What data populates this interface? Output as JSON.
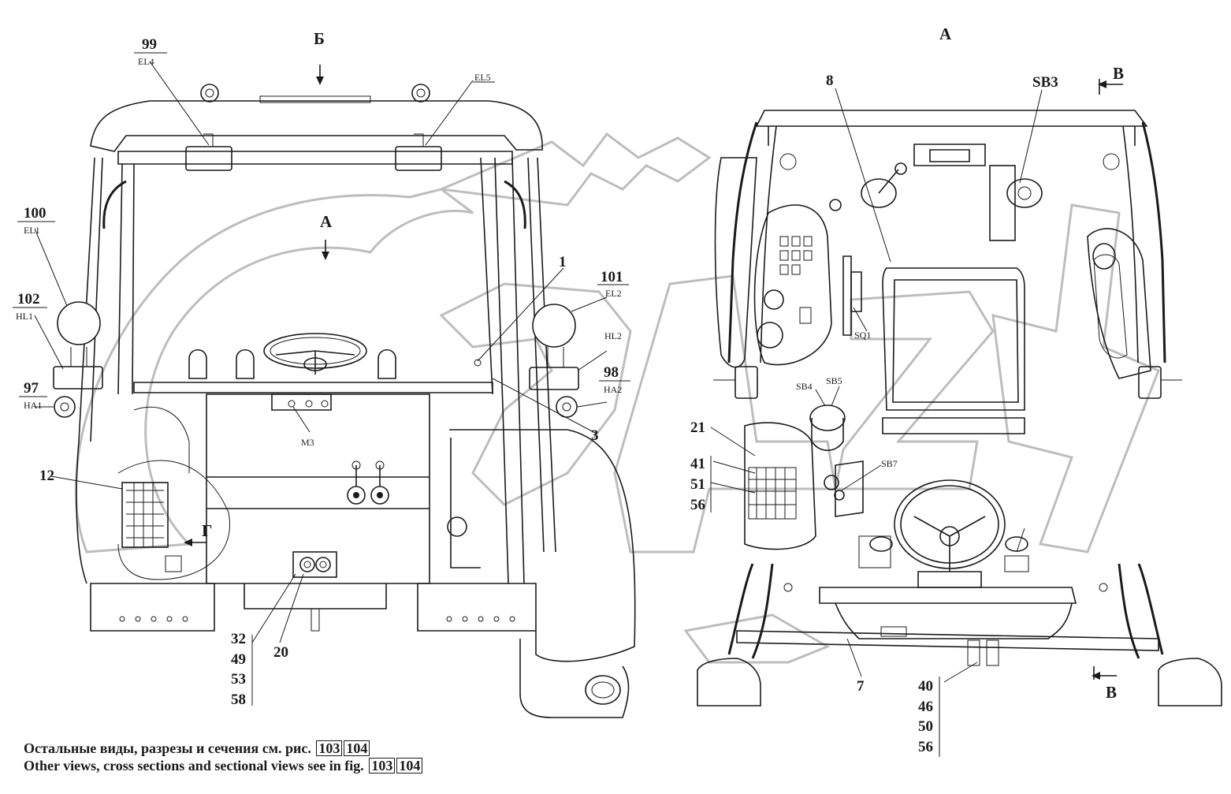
{
  "left_view": {
    "view_marks": {
      "b": "Б",
      "a": "А",
      "g": "Г"
    },
    "callouts": {
      "c99": "99",
      "el4": "EL4",
      "el5": "EL5",
      "c100": "100",
      "el1": "EL1",
      "c102": "102",
      "hl1": "HL1",
      "c97": "97",
      "ha1": "HA1",
      "c12": "12",
      "c1": "1",
      "c101": "101",
      "el2": "EL2",
      "hl2": "HL2",
      "c98": "98",
      "ha2": "HA2",
      "c3": "3",
      "m3": "M3",
      "c20": "20",
      "stack": [
        "32",
        "49",
        "53",
        "58"
      ]
    }
  },
  "right_view": {
    "view_marks": {
      "a": "А",
      "v_top": "В",
      "v_bottom": "В"
    },
    "callouts": {
      "c8": "8",
      "sb3": "SB3",
      "sq1": "SQ1",
      "sb4": "SB4",
      "sb5": "SB5",
      "c21": "21",
      "stack_left": [
        "41",
        "51",
        "56"
      ],
      "sb7": "SB7",
      "c7": "7",
      "stack_bottom": [
        "40",
        "46",
        "50",
        "56"
      ]
    }
  },
  "footer": {
    "ru_text": "Остальные виды, разрезы и сечения см. рис.",
    "en_text": "Other views, cross sections and sectional views see in fig.",
    "fig_a": "103",
    "fig_b": "104"
  },
  "colors": {
    "ink": "#1a1a1a",
    "watermark": "#bdbdbd",
    "background": "#ffffff"
  }
}
